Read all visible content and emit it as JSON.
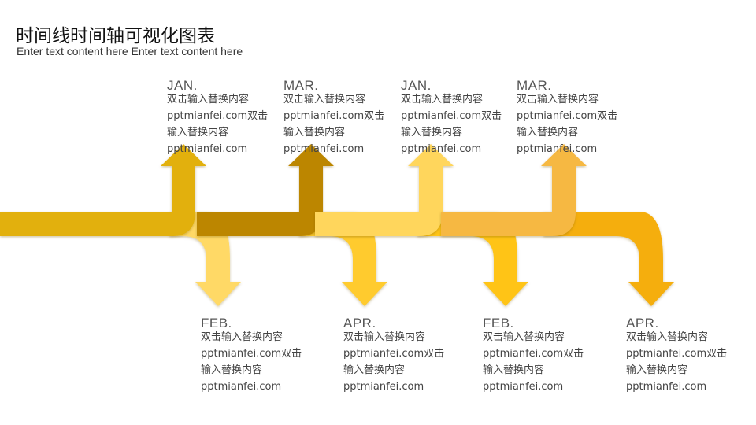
{
  "header": {
    "title": "时间线时间轴可视化图表",
    "subtitle": "Enter text content here Enter text content here"
  },
  "timeline": {
    "items": [
      {
        "month": "JAN.",
        "lines": [
          "双击输入替换内容",
          "pptmianfei.com双击",
          "输入替换内容",
          "pptmianfei.com"
        ],
        "direction": "up",
        "color": "#E2B007"
      },
      {
        "month": "FEB.",
        "lines": [
          "双击输入替换内容",
          "pptmianfei.com双击",
          "输入替换内容",
          "pptmianfei.com"
        ],
        "direction": "down",
        "color": "#FFD966"
      },
      {
        "month": "MAR.",
        "lines": [
          "双击输入替换内容",
          "pptmianfei.com双击",
          "输入替换内容",
          "pptmianfei.com"
        ],
        "direction": "up",
        "color": "#BC8603"
      },
      {
        "month": "APR.",
        "lines": [
          "双击输入替换内容",
          "pptmianfei.com双击",
          "输入替换内容",
          "pptmianfei.com"
        ],
        "direction": "down",
        "color": "#FFCB2E"
      },
      {
        "month": "JAN.",
        "lines": [
          "双击输入替换内容",
          "pptmianfei.com双击",
          "输入替换内容",
          "pptmianfei.com"
        ],
        "direction": "up",
        "color": "#FFD65C"
      },
      {
        "month": "FEB.",
        "lines": [
          "双击输入替换内容",
          "pptmianfei.com双击",
          "输入替换内容",
          "pptmianfei.com"
        ],
        "direction": "down",
        "color": "#FFC414"
      },
      {
        "month": "MAR.",
        "lines": [
          "双击输入替换内容",
          "pptmianfei.com双击",
          "输入替换内容",
          "pptmianfei.com"
        ],
        "direction": "up",
        "color": "#F6B843"
      },
      {
        "month": "APR.",
        "lines": [
          "双击输入替换内容",
          "pptmianfei.com双击",
          "输入替换内容",
          "pptmianfei.com"
        ],
        "direction": "down",
        "color": "#F5AE0A"
      }
    ]
  }
}
